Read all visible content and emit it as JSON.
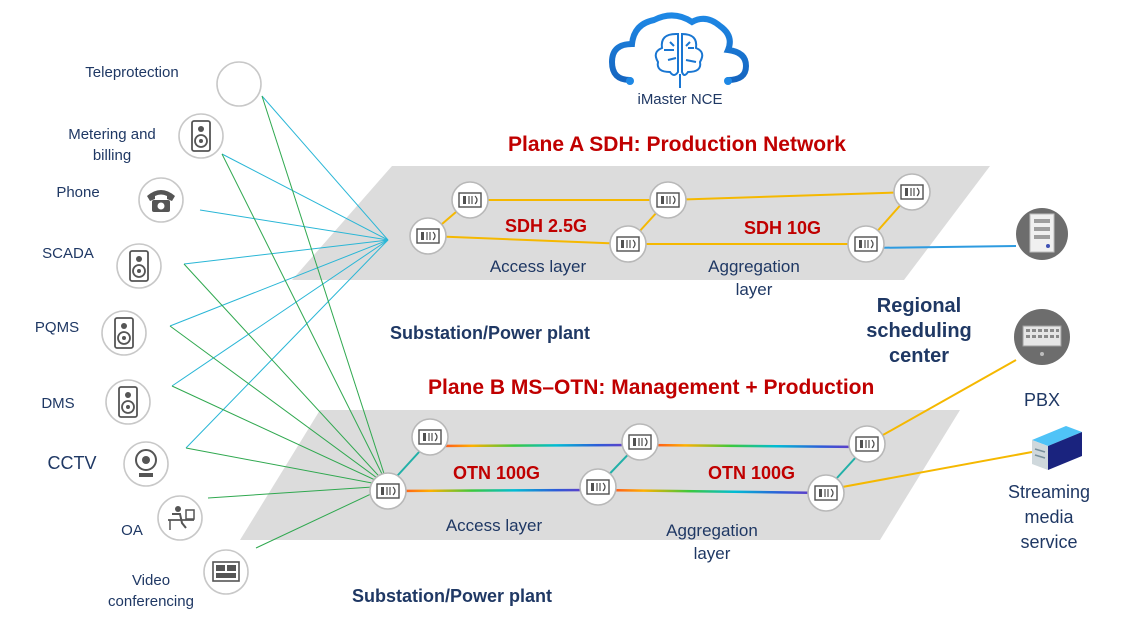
{
  "nce": {
    "label": "iMaster NCE"
  },
  "services": [
    {
      "id": "teleprotection",
      "label": "Teleprotection"
    },
    {
      "id": "metering",
      "label": "Metering and billing"
    },
    {
      "id": "phone",
      "label": "Phone"
    },
    {
      "id": "scada",
      "label": "SCADA"
    },
    {
      "id": "pqms",
      "label": "PQMS"
    },
    {
      "id": "dms",
      "label": "DMS"
    },
    {
      "id": "cctv",
      "label": "CCTV"
    },
    {
      "id": "oa",
      "label": "OA"
    },
    {
      "id": "video",
      "label": "Video conferencing"
    }
  ],
  "plane_a": {
    "title": "Plane A SDH: Production Network",
    "link_access": "SDH 2.5G",
    "link_aggregation": "SDH 10G",
    "access_layer": "Access layer",
    "aggregation_layer": "Aggregation layer",
    "site": "Substation/Power plant"
  },
  "plane_b": {
    "title": "Plane B MS–OTN: Management + Production",
    "link_access": "OTN 100G",
    "link_aggregation": "OTN 100G",
    "access_layer": "Access layer",
    "aggregation_layer": "Aggregation layer",
    "site": "Substation/Power plant"
  },
  "center": {
    "label": "Regional scheduling center"
  },
  "pbx": {
    "label": "PBX"
  },
  "streaming": {
    "label": "Streaming media service"
  },
  "colors": {
    "plane_a_link": "#f5b800",
    "plane_a_uplink": "#2e9be0",
    "plane_b_uplink": "#f5b800",
    "sdh_service_line": "#29b6d6",
    "otn_service_line": "#2fa84f",
    "title_red": "#c00000",
    "text_navy": "#1f3864"
  }
}
